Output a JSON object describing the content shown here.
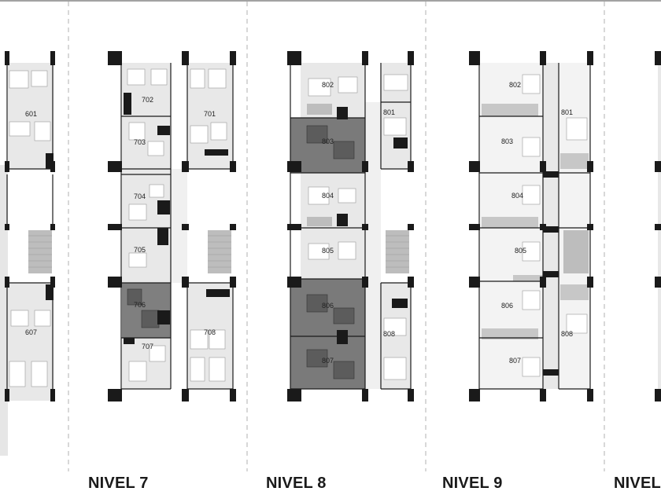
{
  "levels": [
    {
      "title": "",
      "units": [
        "601",
        "607"
      ]
    },
    {
      "title": "NIVEL 7",
      "units": [
        "702",
        "701",
        "703",
        "704",
        "705",
        "706",
        "707",
        "708"
      ]
    },
    {
      "title": "NIVEL 8",
      "units": [
        "802",
        "801",
        "803",
        "804",
        "805",
        "806",
        "807",
        "808"
      ]
    },
    {
      "title": "NIVEL 9",
      "units": [
        "802",
        "801",
        "803",
        "804",
        "805",
        "806",
        "807",
        "808"
      ]
    },
    {
      "title": "NIVEL",
      "units": []
    }
  ],
  "colors": {
    "background": "#ffffff",
    "wall": "#1a1a1a",
    "room_light": "#e8e8e8",
    "room_selected": "#7a7a7a",
    "stair": "#b9b9b9",
    "divider": "#b0b0b0"
  }
}
